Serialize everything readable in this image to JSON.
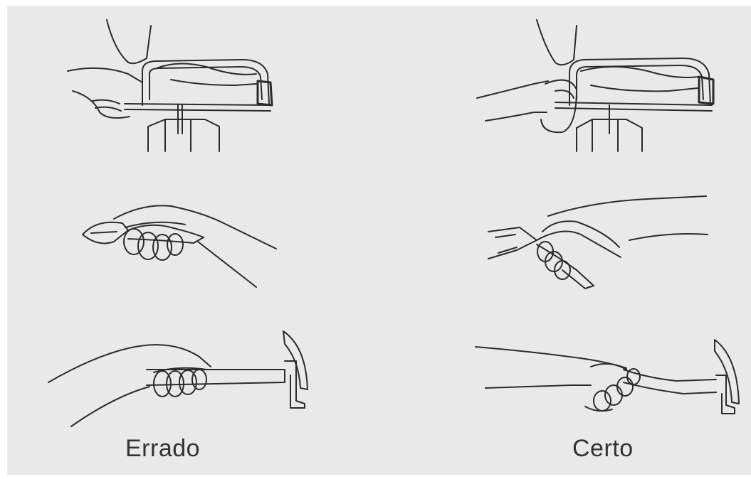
{
  "captions": {
    "wrong": "Errado",
    "right": "Certo"
  },
  "colors": {
    "background": "#e9e9e9",
    "line": "#2b2b2b"
  },
  "figures": [
    {
      "column": "wrong",
      "tool": "hacksaw-icon"
    },
    {
      "column": "wrong",
      "tool": "pliers-icon"
    },
    {
      "column": "wrong",
      "tool": "hammer-icon"
    },
    {
      "column": "right",
      "tool": "hacksaw-icon"
    },
    {
      "column": "right",
      "tool": "pliers-icon"
    },
    {
      "column": "right",
      "tool": "hammer-icon"
    }
  ]
}
